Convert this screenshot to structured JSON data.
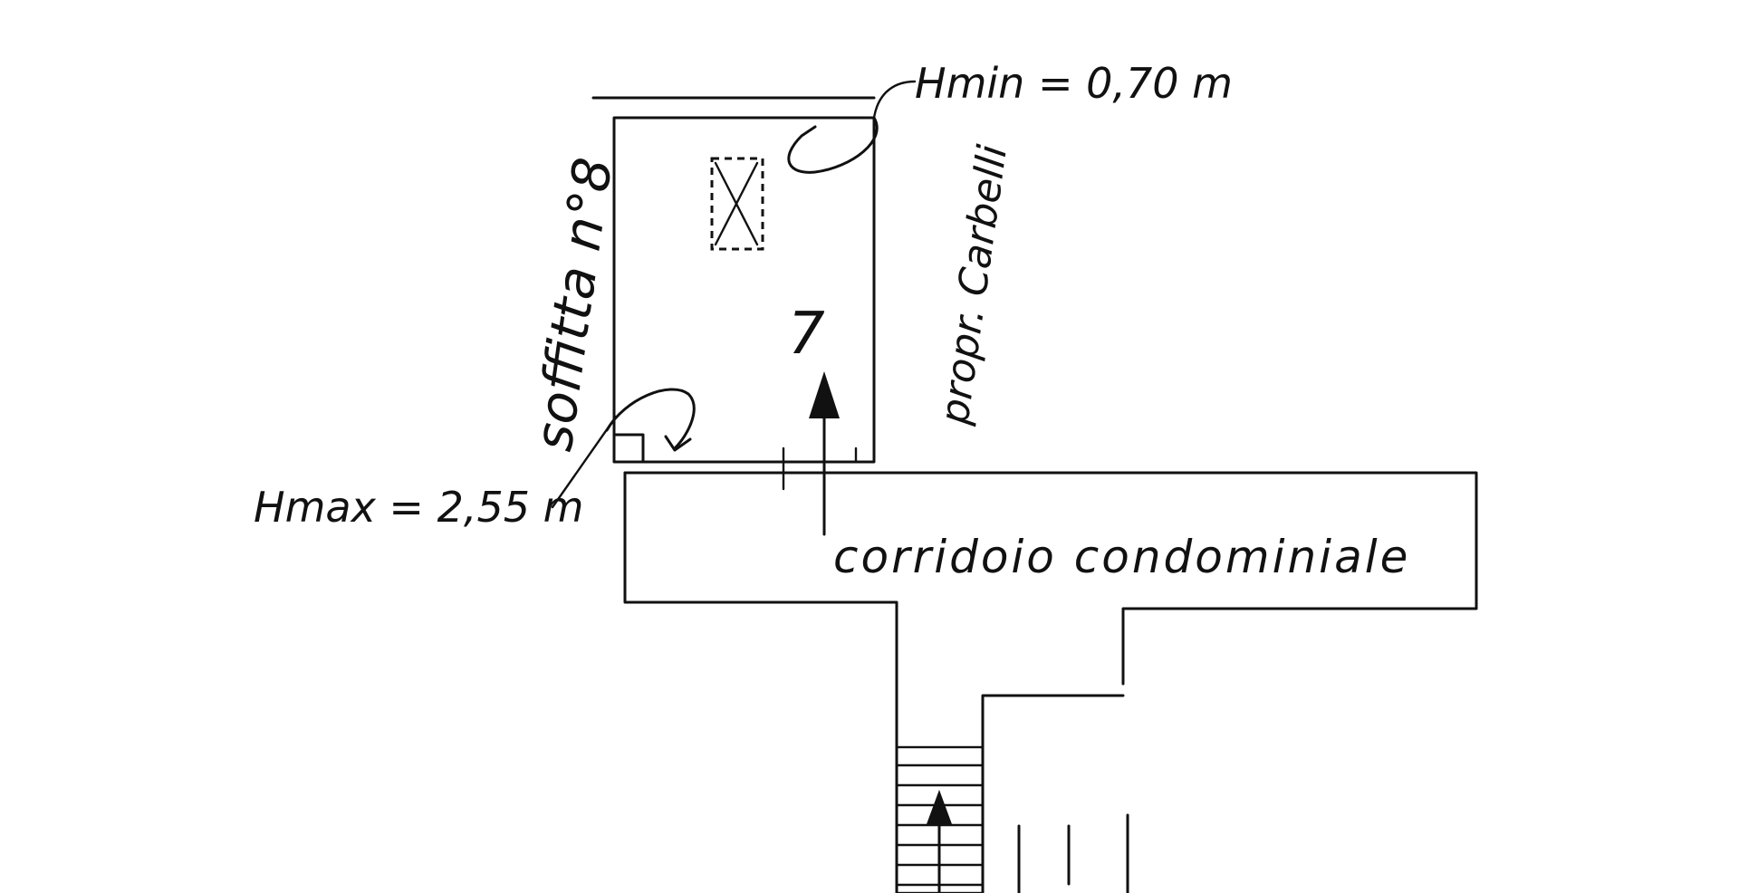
{
  "annotations": {
    "hmin": "Hmin = 0,70 m",
    "hmax": "Hmax = 2,55 m",
    "room_number": "7",
    "attic_label": "soffitta n°8",
    "owner_label": "propr. Carbelli",
    "corridor_label": "corridoio condominiale"
  },
  "colors": {
    "ink": "#111111",
    "paper": "#ffffff"
  }
}
